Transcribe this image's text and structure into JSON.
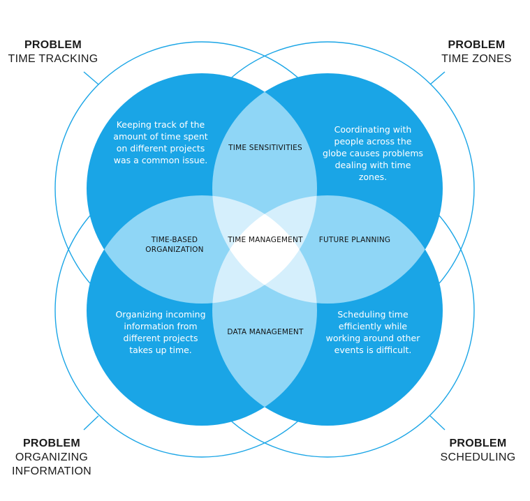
{
  "colors": {
    "circle_fill": "#1aa5e6",
    "overlap_two": "#8fd6f6",
    "overlap_three": "#d5effc",
    "center": "#ffffff",
    "outline": "#1aa5e6"
  },
  "problems": {
    "top_left": {
      "heading": "PROBLEM",
      "name": "TIME TRACKING",
      "description": "Keeping track of the amount of time spent on different projects was a common issue."
    },
    "top_right": {
      "heading": "PROBLEM",
      "name": "TIME ZONES",
      "description": "Coordinating with people across the globe causes problems dealing with time zones."
    },
    "bottom_left": {
      "heading": "PROBLEM",
      "name": "ORGANIZING INFORMATION",
      "description": "Organizing incoming information from different projects takes up time."
    },
    "bottom_right": {
      "heading": "PROBLEM",
      "name": "SCHEDULING",
      "description": "Scheduling time efficiently while working around other events is difficult."
    }
  },
  "overlaps": {
    "top": "TIME SENSITIVITIES",
    "left": "TIME-BASED ORGANIZATION",
    "right": "FUTURE PLANNING",
    "bottom": "DATA MANAGEMENT",
    "center": "TIME MANAGEMENT"
  }
}
